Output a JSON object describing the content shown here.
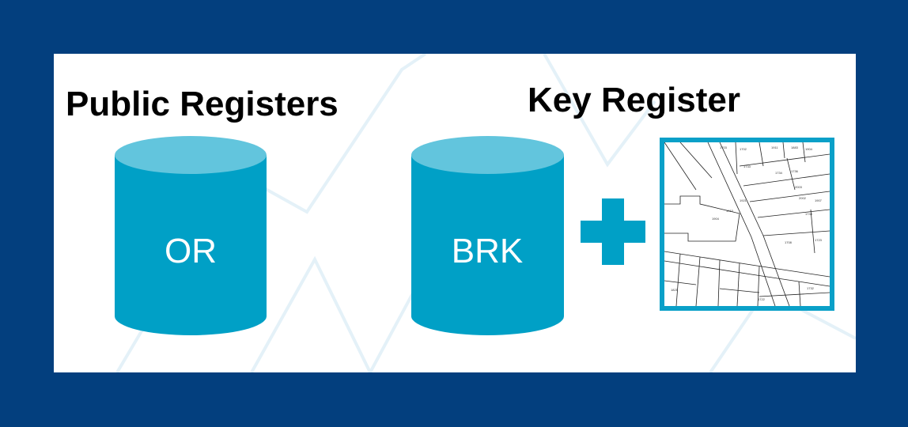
{
  "headings": {
    "left": "Public Registers",
    "right": "Key Register"
  },
  "databases": [
    {
      "label": "OR"
    },
    {
      "label": "BRK"
    }
  ],
  "map": {
    "parcel_numbers": [
      "1703",
      "1702",
      "1911",
      "1883",
      "1904",
      "1733",
      "1734",
      "1736",
      "2003",
      "1921",
      "1907",
      "2002",
      "1733",
      "1904",
      "1910",
      "1708",
      "1821",
      "1732",
      "1722",
      "1723"
    ]
  },
  "colors": {
    "frame": "#033F7E",
    "cylinder_body": "#00A0C6",
    "cylinder_top": "#62C5DD",
    "plus": "#00A0C6",
    "map_border": "#0AA0C8"
  }
}
